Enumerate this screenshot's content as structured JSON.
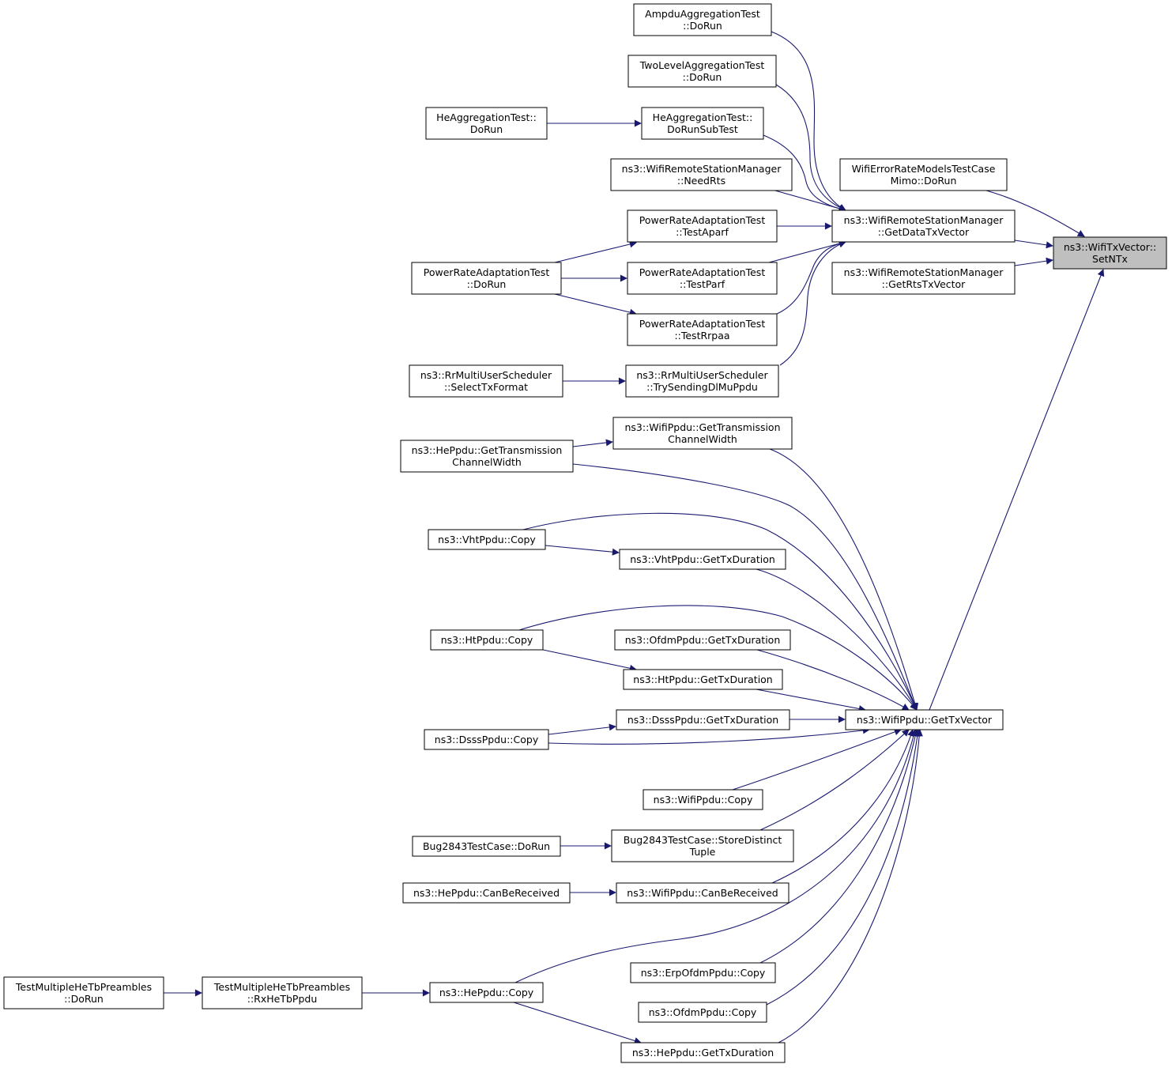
{
  "graph": {
    "kind": "caller graph",
    "colors": {
      "edge": "#191970",
      "node_border": "#000000",
      "node_fill": "#ffffff",
      "root_fill": "#bfbfbf"
    },
    "root": "setntx",
    "nodes": [
      {
        "id": "setntx",
        "lines": [
          "ns3::WifiTxVector::",
          "SetNTx"
        ]
      },
      {
        "id": "errmimo",
        "lines": [
          "WifiErrorRateModelsTestCase",
          "Mimo::DoRun"
        ]
      },
      {
        "id": "getdatatx",
        "lines": [
          "ns3::WifiRemoteStationManager",
          "::GetDataTxVector"
        ]
      },
      {
        "id": "getrtstx",
        "lines": [
          "ns3::WifiRemoteStationManager",
          "::GetRtsTxVector"
        ]
      },
      {
        "id": "ampdu",
        "lines": [
          "AmpduAggregationTest",
          "::DoRun"
        ]
      },
      {
        "id": "twolevel",
        "lines": [
          "TwoLevelAggregationTest",
          "::DoRun"
        ]
      },
      {
        "id": "hesubtest",
        "lines": [
          "HeAggregationTest::",
          "DoRunSubTest"
        ]
      },
      {
        "id": "hedorun",
        "lines": [
          "HeAggregationTest::",
          "DoRun"
        ]
      },
      {
        "id": "needrts",
        "lines": [
          "ns3::WifiRemoteStationManager",
          "::NeedRts"
        ]
      },
      {
        "id": "testaparf",
        "lines": [
          "PowerRateAdaptationTest",
          "::TestAparf"
        ]
      },
      {
        "id": "testparf",
        "lines": [
          "PowerRateAdaptationTest",
          "::TestParf"
        ]
      },
      {
        "id": "testrrpaa",
        "lines": [
          "PowerRateAdaptationTest",
          "::TestRrpaa"
        ]
      },
      {
        "id": "pradorun",
        "lines": [
          "PowerRateAdaptationTest",
          "::DoRun"
        ]
      },
      {
        "id": "trysending",
        "lines": [
          "ns3::RrMultiUserScheduler",
          "::TrySendingDlMuPpdu"
        ]
      },
      {
        "id": "selecttx",
        "lines": [
          "ns3::RrMultiUserScheduler",
          "::SelectTxFormat"
        ]
      },
      {
        "id": "getvector",
        "lines": [
          "ns3::WifiPpdu::GetTxVector"
        ]
      },
      {
        "id": "wifichw",
        "lines": [
          "ns3::WifiPpdu::GetTransmission",
          "ChannelWidth"
        ]
      },
      {
        "id": "hechw",
        "lines": [
          "ns3::HePpdu::GetTransmission",
          "ChannelWidth"
        ]
      },
      {
        "id": "vhtcopy",
        "lines": [
          "ns3::VhtPpdu::Copy"
        ]
      },
      {
        "id": "vhtdur",
        "lines": [
          "ns3::VhtPpdu::GetTxDuration"
        ]
      },
      {
        "id": "htcopy",
        "lines": [
          "ns3::HtPpdu::Copy"
        ]
      },
      {
        "id": "ofdmdur",
        "lines": [
          "ns3::OfdmPpdu::GetTxDuration"
        ]
      },
      {
        "id": "htdur",
        "lines": [
          "ns3::HtPpdu::GetTxDuration"
        ]
      },
      {
        "id": "dsssdur",
        "lines": [
          "ns3::DsssPpdu::GetTxDuration"
        ]
      },
      {
        "id": "dssscopy",
        "lines": [
          "ns3::DsssPpdu::Copy"
        ]
      },
      {
        "id": "wificopy",
        "lines": [
          "ns3::WifiPpdu::Copy"
        ]
      },
      {
        "id": "bugstore",
        "lines": [
          "Bug2843TestCase::StoreDistinct",
          "Tuple"
        ]
      },
      {
        "id": "bugdorun",
        "lines": [
          "Bug2843TestCase::DoRun"
        ]
      },
      {
        "id": "wificanrx",
        "lines": [
          "ns3::WifiPpdu::CanBeReceived"
        ]
      },
      {
        "id": "hecanrx",
        "lines": [
          "ns3::HePpdu::CanBeReceived"
        ]
      },
      {
        "id": "erpcopy",
        "lines": [
          "ns3::ErpOfdmPpdu::Copy"
        ]
      },
      {
        "id": "ofdmcopy",
        "lines": [
          "ns3::OfdmPpdu::Copy"
        ]
      },
      {
        "id": "hedur",
        "lines": [
          "ns3::HePpdu::GetTxDuration"
        ]
      },
      {
        "id": "hecopy",
        "lines": [
          "ns3::HePpdu::Copy"
        ]
      },
      {
        "id": "rxhetb",
        "lines": [
          "TestMultipleHeTbPreambles",
          "::RxHeTbPpdu"
        ]
      },
      {
        "id": "tmhdorun",
        "lines": [
          "TestMultipleHeTbPreambles",
          "::DoRun"
        ]
      }
    ],
    "edges": [
      {
        "from": "errmimo",
        "to": "setntx"
      },
      {
        "from": "getdatatx",
        "to": "setntx"
      },
      {
        "from": "getrtstx",
        "to": "setntx"
      },
      {
        "from": "getvector",
        "to": "setntx"
      },
      {
        "from": "ampdu",
        "to": "getdatatx"
      },
      {
        "from": "twolevel",
        "to": "getdatatx"
      },
      {
        "from": "hesubtest",
        "to": "getdatatx"
      },
      {
        "from": "needrts",
        "to": "getdatatx"
      },
      {
        "from": "testaparf",
        "to": "getdatatx"
      },
      {
        "from": "testparf",
        "to": "getdatatx"
      },
      {
        "from": "testrrpaa",
        "to": "getdatatx"
      },
      {
        "from": "trysending",
        "to": "getdatatx"
      },
      {
        "from": "hedorun",
        "to": "hesubtest"
      },
      {
        "from": "pradorun",
        "to": "testaparf"
      },
      {
        "from": "pradorun",
        "to": "testparf"
      },
      {
        "from": "pradorun",
        "to": "testrrpaa"
      },
      {
        "from": "selecttx",
        "to": "trysending"
      },
      {
        "from": "hechw",
        "to": "wifichw"
      },
      {
        "from": "wifichw",
        "to": "getvector"
      },
      {
        "from": "hechw",
        "to": "getvector"
      },
      {
        "from": "vhtcopy",
        "to": "getvector"
      },
      {
        "from": "vhtcopy",
        "to": "vhtdur"
      },
      {
        "from": "vhtdur",
        "to": "getvector"
      },
      {
        "from": "htcopy",
        "to": "getvector"
      },
      {
        "from": "htcopy",
        "to": "htdur"
      },
      {
        "from": "ofdmdur",
        "to": "getvector"
      },
      {
        "from": "htdur",
        "to": "getvector"
      },
      {
        "from": "dsssdur",
        "to": "getvector"
      },
      {
        "from": "dssscopy",
        "to": "dsssdur"
      },
      {
        "from": "dssscopy",
        "to": "getvector"
      },
      {
        "from": "wificopy",
        "to": "getvector"
      },
      {
        "from": "bugstore",
        "to": "getvector"
      },
      {
        "from": "bugdorun",
        "to": "bugstore"
      },
      {
        "from": "wificanrx",
        "to": "getvector"
      },
      {
        "from": "hecanrx",
        "to": "wificanrx"
      },
      {
        "from": "hecopy",
        "to": "getvector"
      },
      {
        "from": "erpcopy",
        "to": "getvector"
      },
      {
        "from": "ofdmcopy",
        "to": "getvector"
      },
      {
        "from": "hedur",
        "to": "getvector"
      },
      {
        "from": "hecopy",
        "to": "hedur"
      },
      {
        "from": "rxhetb",
        "to": "hecopy"
      },
      {
        "from": "tmhdorun",
        "to": "rxhetb"
      }
    ]
  }
}
